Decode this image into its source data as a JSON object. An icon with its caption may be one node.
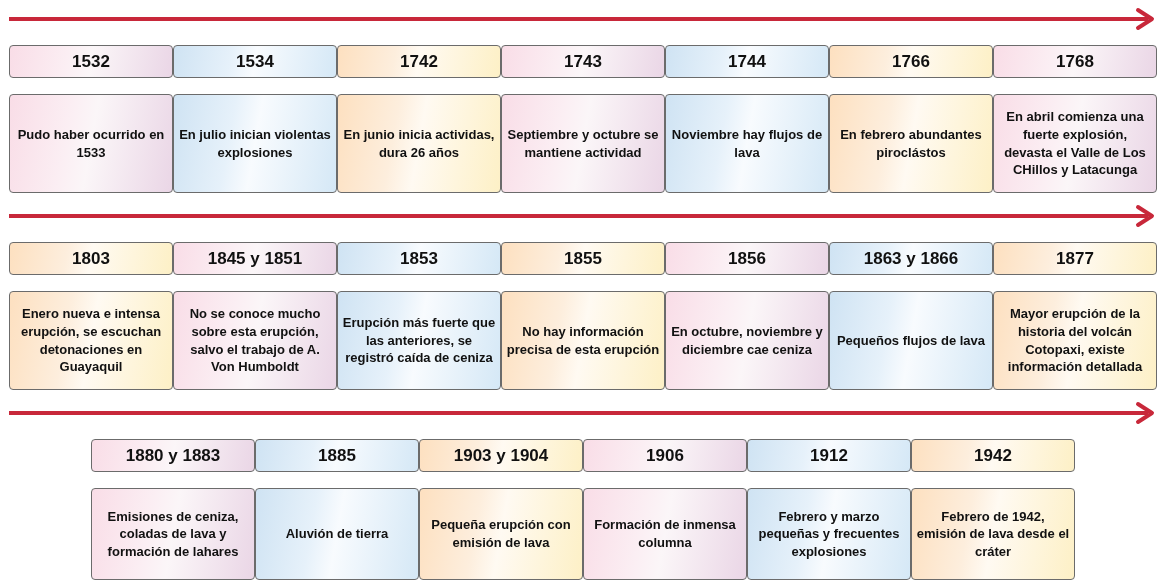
{
  "diagram": {
    "nodes": [
      {
        "text": [
          "1532"
        ]
      },
      {
        "text": [
          "1534"
        ]
      },
      {
        "text": [
          "1742"
        ]
      },
      {
        "text": [
          "1743"
        ]
      },
      {
        "text": [
          "1744"
        ]
      },
      {
        "text": [
          "1766"
        ]
      },
      {
        "text": [
          "1768"
        ]
      },
      {
        "text": [
          "Pudo haber ocurrido en 1533"
        ]
      },
      {
        "text": [
          "En julio inician violentas explosiones"
        ]
      },
      {
        "text": [
          "En junio inicia actividas, dura 26 años"
        ]
      },
      {
        "text": [
          "Septiembre y octubre se mantiene actividad"
        ]
      },
      {
        "text": [
          "Noviembre hay flujos de lava"
        ]
      },
      {
        "text": [
          "En febrero abundantes piroclástos"
        ]
      },
      {
        "text": [
          "En abril comienza una fuerte explosión, devasta el Valle de Los CHillos y Latacunga"
        ]
      },
      {
        "text": [
          "1803"
        ]
      },
      {
        "text": [
          "1845 y 1851"
        ]
      },
      {
        "text": [
          "1853"
        ]
      },
      {
        "text": [
          "1855"
        ]
      },
      {
        "text": [
          "1856"
        ]
      },
      {
        "text": [
          "1863 y 1866"
        ]
      },
      {
        "text": [
          "1877"
        ]
      },
      {
        "text": [
          "Enero nueva e intensa erupción, se escuchan detonaciones en Guayaquil"
        ]
      },
      {
        "text": [
          "No se conoce mucho sobre esta erupción, salvo el trabajo de A. Von Humboldt"
        ]
      },
      {
        "text": [
          "Erupción más fuerte que las anteriores, se registró caída de ceniza"
        ]
      },
      {
        "text": [
          "No hay información precisa de esta erupción"
        ]
      },
      {
        "text": [
          "En octubre, noviembre y diciembre cae ceniza"
        ]
      },
      {
        "text": [
          "Pequeños flujos de lava"
        ]
      },
      {
        "text": [
          "Mayor erupción de la historia del volcán Cotopaxi, existe información detallada"
        ]
      },
      {
        "text": [
          "1880 y 1883"
        ]
      },
      {
        "text": [
          "1885"
        ]
      },
      {
        "text": [
          "1903 y 1904"
        ]
      },
      {
        "text": [
          "1906"
        ]
      },
      {
        "text": [
          "1912"
        ]
      },
      {
        "text": [
          "1942"
        ]
      },
      {
        "text": [
          "Emisiones de ceniza, coladas de lava y formación de lahares"
        ]
      },
      {
        "text": [
          "Aluvión de tierra"
        ]
      },
      {
        "text": [
          "Pequeña erupción con emisión de lava"
        ]
      },
      {
        "text": [
          "Formación de inmensa columna"
        ]
      },
      {
        "text": [
          "Febrero y marzo pequeñas y frecuentes explosiones"
        ]
      },
      {
        "text": [
          "Febrero de 1942, emisión de lava desde el cráter"
        ]
      }
    ]
  }
}
